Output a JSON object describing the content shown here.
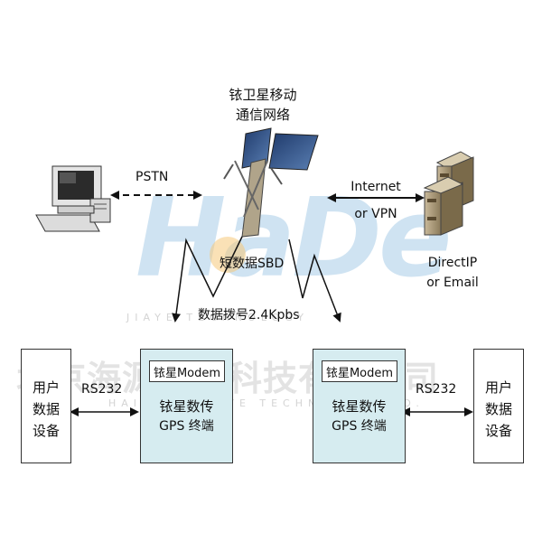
{
  "watermark": {
    "logo": "HaDe",
    "subtitle": "JIAYE TECHNOLOGY",
    "company_cn": "北京海源嘉业科技有限公司",
    "company_en": "HAIYUAN JIAYE TECHNOLOGY CO."
  },
  "satellite": {
    "label_line1": "铱卫星移动",
    "label_line2": "通信网络"
  },
  "links": {
    "pstn": "PSTN",
    "internet": "Internet",
    "vpn": "or VPN",
    "sbd": "短数据SBD",
    "dialup": "数据拨号2.4Kpbs",
    "rs232_left": "RS232",
    "rs232_right": "RS232"
  },
  "server": {
    "line1": "DirectIP",
    "line2": "or Email"
  },
  "left_user": {
    "line1": "用户",
    "line2": "数据",
    "line3": "设备"
  },
  "right_user": {
    "line1": "用户",
    "line2": "数据",
    "line3": "设备"
  },
  "left_terminal": {
    "modem": "铱星Modem",
    "line1": "铱星数传",
    "line2": "GPS 终端"
  },
  "right_terminal": {
    "modem": "铱星Modem",
    "line1": "铱星数传",
    "line2": "GPS 终端"
  },
  "colors": {
    "terminal_fill": "#d6ecf0",
    "watermark_blue": "#cfe3f2",
    "watermark_orange": "#f5c97a"
  }
}
